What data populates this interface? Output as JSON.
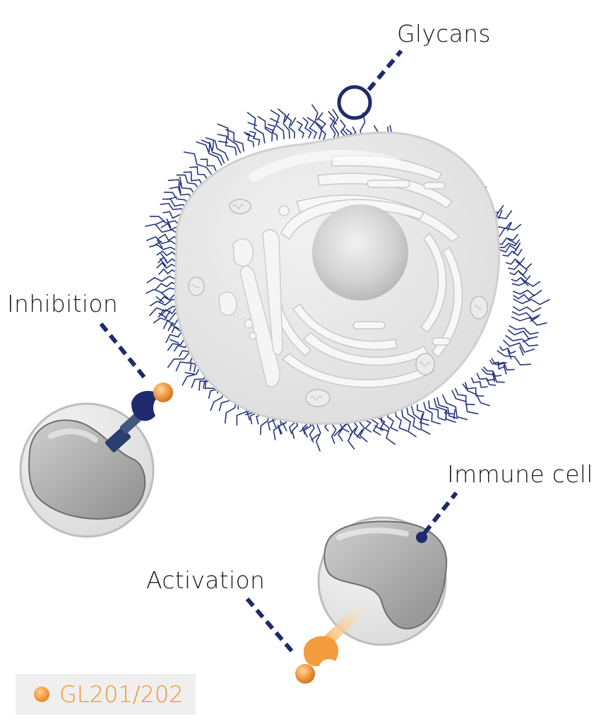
{
  "labels": {
    "glycans": "Glycans",
    "inhibition": "Inhibition",
    "immune_cell": "Immune cell",
    "activation": "Activation"
  },
  "legend": {
    "text": "GL201/202",
    "marker_color": "#f29a3a"
  },
  "colors": {
    "navy": "#1f2a6e",
    "orange": "#f29a3a",
    "cell_fill": "#e6e6e6",
    "nucleus": "#b9b9b9"
  }
}
